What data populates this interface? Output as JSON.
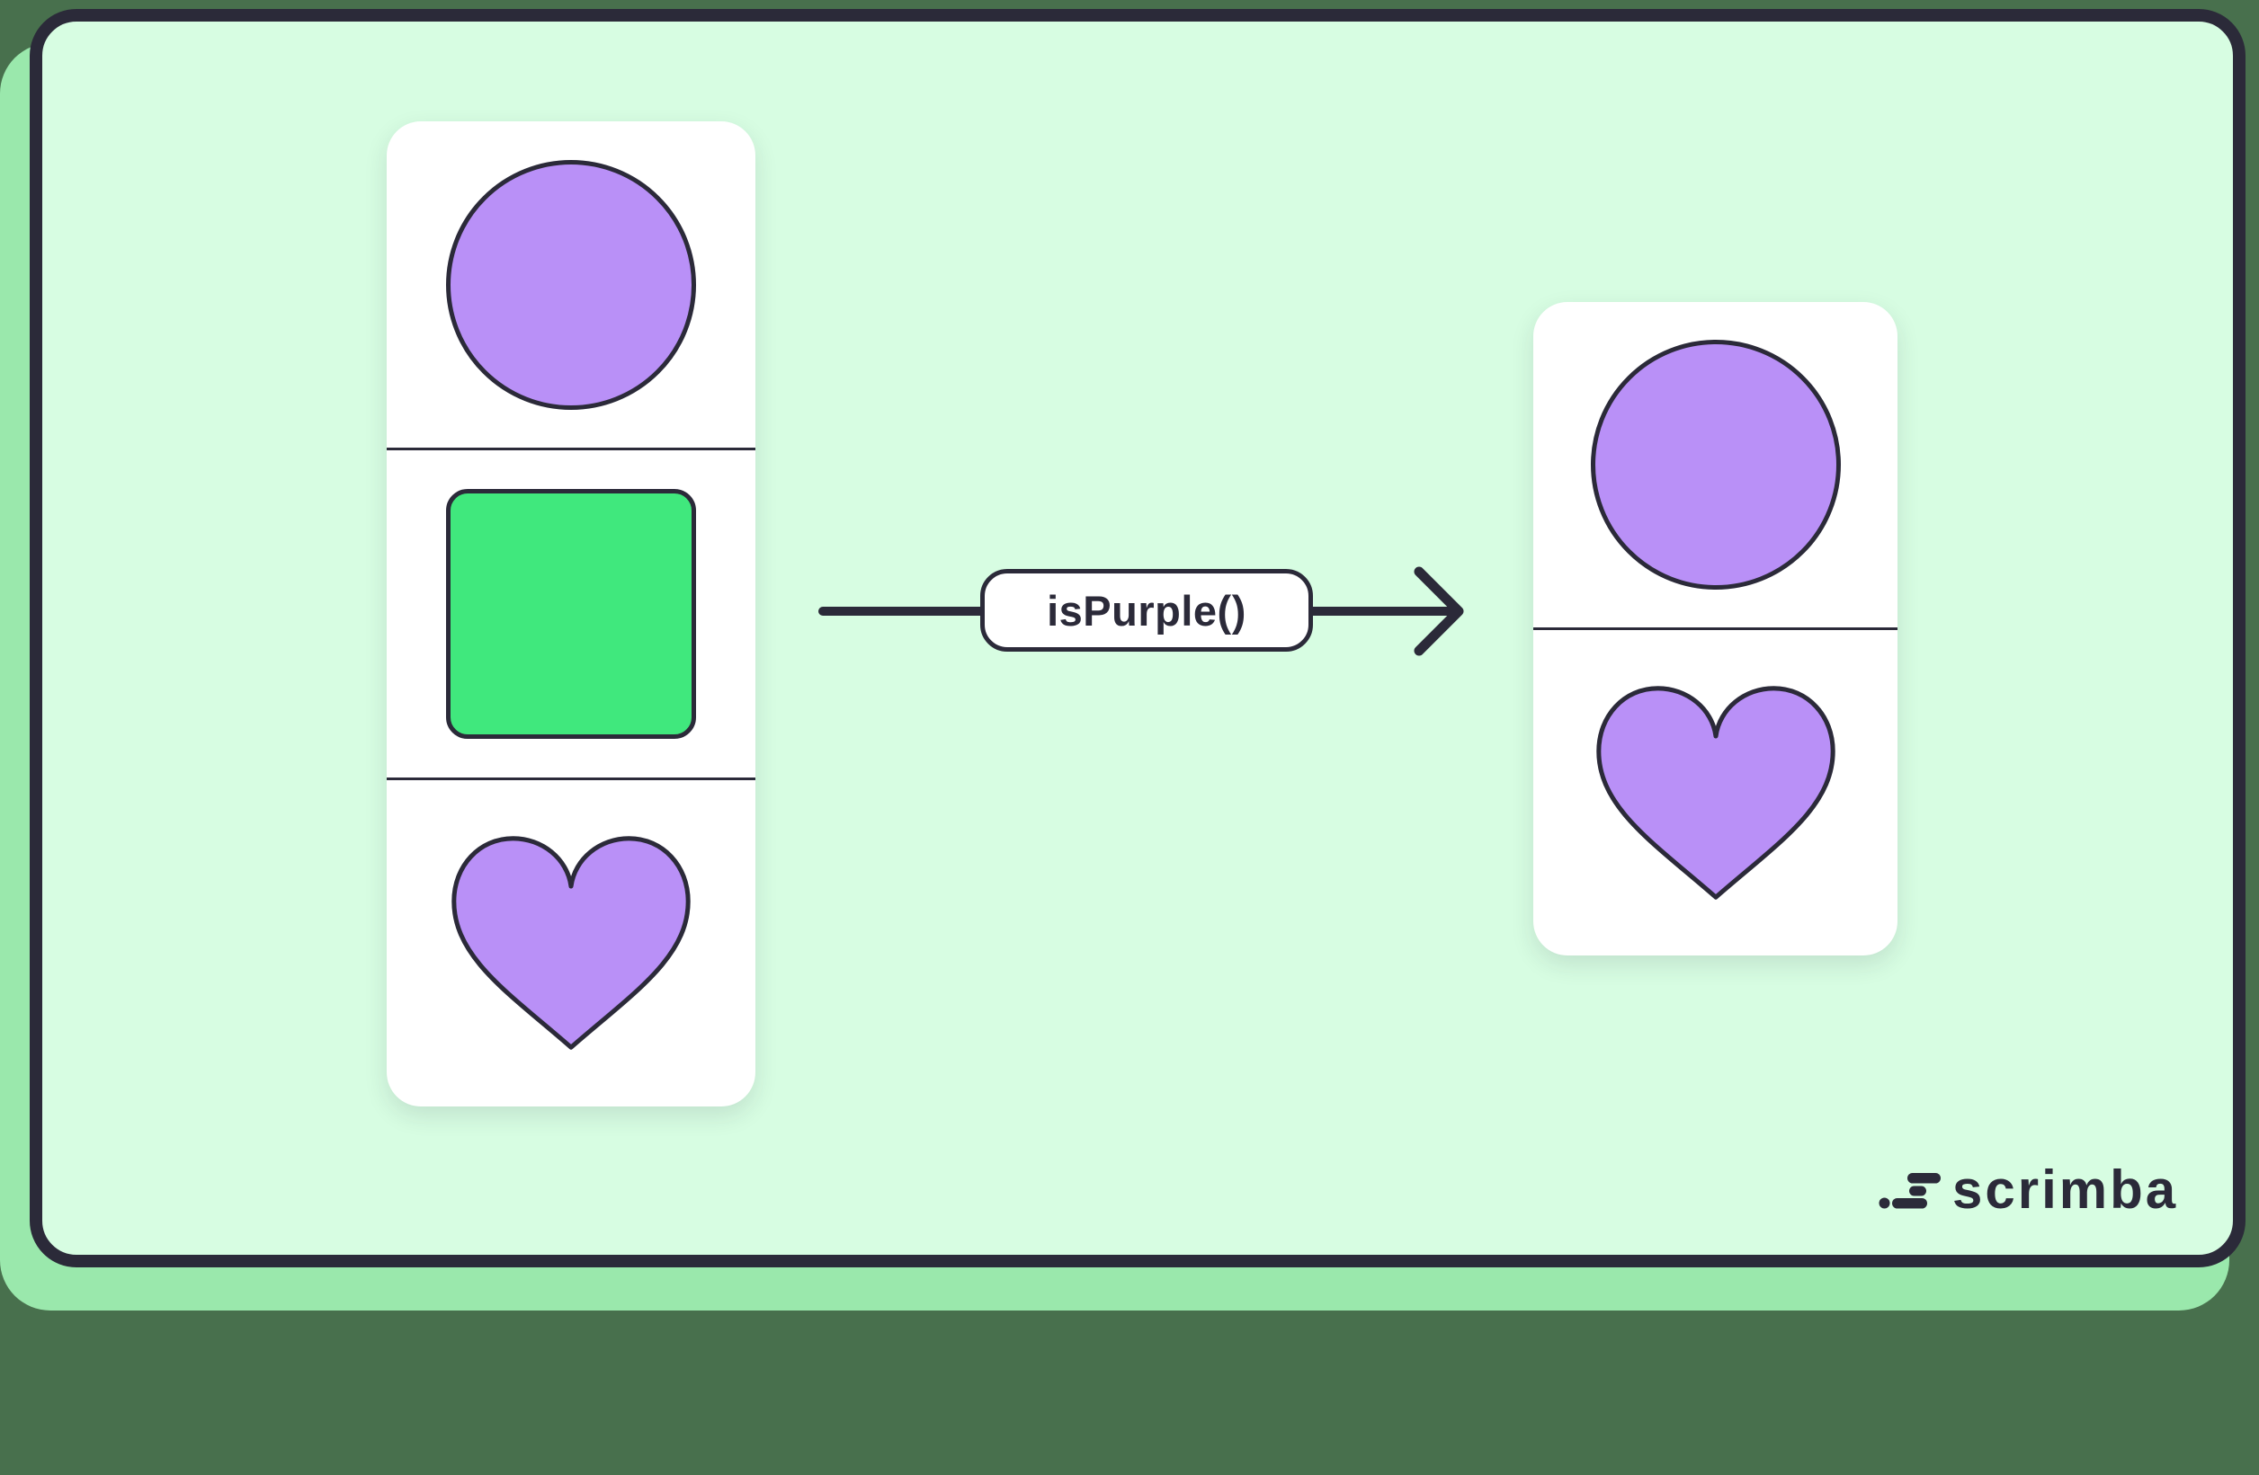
{
  "colors": {
    "background": "#48704D",
    "backdrop": "#9AE8AC",
    "board": "#D7FDE2",
    "card": "#FFFFFF",
    "ink": "#2B2A39",
    "purple": "#B990F7",
    "green": "#40E87D"
  },
  "diagram": {
    "function_label": "isPurple()",
    "input_card": {
      "items": [
        {
          "shape": "circle",
          "color": "purple"
        },
        {
          "shape": "square",
          "color": "green"
        },
        {
          "shape": "heart",
          "color": "purple"
        }
      ]
    },
    "output_card": {
      "items": [
        {
          "shape": "circle",
          "color": "purple"
        },
        {
          "shape": "heart",
          "color": "purple"
        }
      ]
    }
  },
  "branding": {
    "logo_text": "scrimba",
    "logo_icon": "scrimba-mark-icon"
  }
}
